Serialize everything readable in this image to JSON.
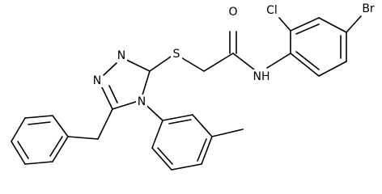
{
  "molecule": {
    "atoms": {
      "S": "S",
      "O": "O",
      "NH": "NH",
      "Cl": "Cl",
      "Br": "Br",
      "N_ring_top": "N",
      "N_ring_left": "N",
      "N_ring_bottom": "N"
    },
    "colors": {
      "bond": "#000000",
      "label": "#000000",
      "background": "#ffffff"
    }
  }
}
